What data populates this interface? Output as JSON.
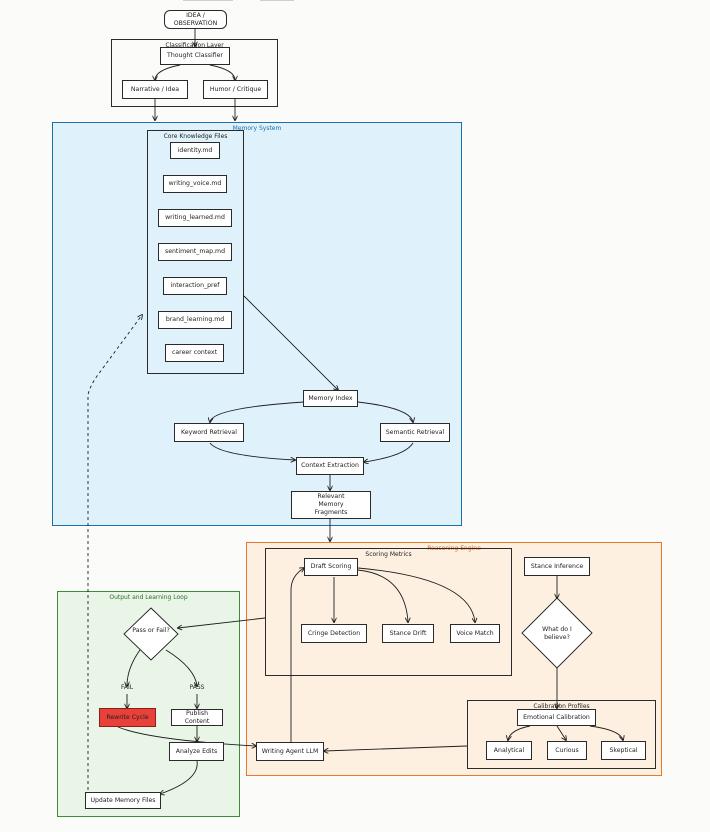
{
  "nodes": {
    "idea": "IDEA / OBSERVATION",
    "thought_classifier": "Thought Classifier",
    "narrative": "Narrative / Idea",
    "humor": "Humor / Critique",
    "identity": "identity.md",
    "writing_voice": "writing_voice.md",
    "writing_learned": "writing_learned.md",
    "sentiment_map": "sentiment_map.md",
    "interaction_pref": "interaction_pref",
    "brand_learning": "brand_learning.md",
    "career_context": "career context",
    "memory_index": "Memory Index",
    "keyword_retrieval": "Keyword Retrieval",
    "semantic_retrieval": "Semantic Retrieval",
    "context_extraction": "Context Extraction",
    "relevant_fragments": "Relevant Memory Fragments",
    "draft_scoring": "Draft Scoring",
    "cringe_detection": "Cringe Detection",
    "stance_drift": "Stance Drift",
    "voice_match": "Voice Match",
    "stance_inference": "Stance Inference",
    "what_believe": "What do I believe?",
    "emotional_calibration": "Emotional Calibration",
    "analytical": "Analytical",
    "curious": "Curious",
    "skeptical": "Skeptical",
    "writing_agent": "Writing Agent LLM",
    "pass_fail": "Pass or Fail?",
    "rewrite_cycle": "Rewrite Cycle",
    "publish_content": "Publish Content",
    "analyze_edits": "Analyze Edits",
    "update_memory": "Update Memory Files"
  },
  "groups": {
    "classification": "Classification Layer",
    "memory_system": "Memory System",
    "core_knowledge": "Core Knowledge Files",
    "reasoning_engine": "Reasoning Engine",
    "scoring_metrics": "Scoring Metrics",
    "calibration_profiles": "Calibration Profiles",
    "output_loop": "Output and Learning Loop"
  },
  "edge_labels": {
    "fail": "FAIL",
    "pass": "PASS"
  },
  "colors": {
    "memory_fill": "#dff1fb",
    "memory_stroke": "#1e6fa8",
    "reasoning_fill": "#fdf0e0",
    "reasoning_stroke": "#e8792c",
    "output_fill": "#e9f5e6",
    "output_stroke": "#3f8a3a",
    "rewrite_fill": "#e8413a"
  }
}
